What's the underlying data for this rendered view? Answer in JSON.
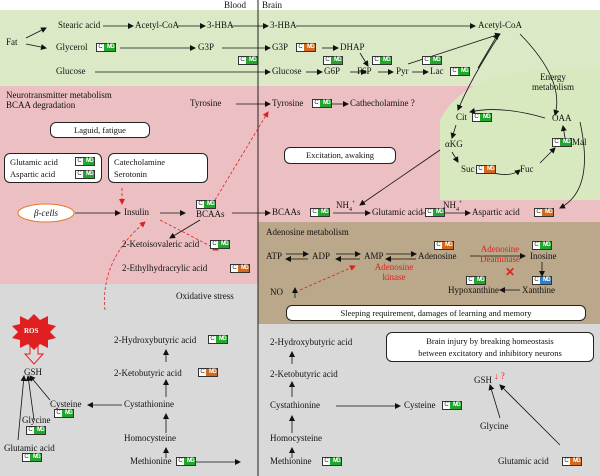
{
  "columns": {
    "blood": "Blood",
    "brain": "Brain"
  },
  "regions": {
    "energy": "Energy\nmetabolism",
    "neuro": "Neurotransmitter metabolism\nBCAA degradation",
    "adenosine": "Adenosine metabolism",
    "oxidative": "Oxidative stress"
  },
  "boxes": {
    "fatigue": "Laguid, fatigue",
    "glu_asp": "Glutamic acid\nAspartic acid",
    "cat_ser": "Catecholamine\nSerotonin",
    "excitation": "Excitation, awaking",
    "beta": "β-cells",
    "sleep": "Sleeping requirement, damages of learning and memory",
    "injury": "Brain injury by breaking homeostasis\nbetween excitatory and inhibitory neurons",
    "ros": "ROS"
  },
  "labels": {
    "fat": "Fat",
    "stearic": "Stearic acid",
    "acetylcoa_b": "Acetyl-CoA",
    "hba_b": "3-HBA",
    "hba_r": "3-HBA",
    "acetylcoa_r": "Acetyl-CoA",
    "glycerol": "Glycerol",
    "g3p_b": "G3P",
    "g3p_r": "G3P",
    "dhap": "DHAP",
    "glucose_b": "Glucose",
    "glucose_r": "Glucose",
    "g6p": "G6P",
    "f6p": "F6P",
    "pyr": "Pyr",
    "lac": "Lac",
    "tyrosine_b": "Tyrosine",
    "tyrosine_r": "Tyrosine",
    "catecholamine_q": "Cathecholamine ?",
    "cit": "Cit",
    "akg": "αKG",
    "oaa": "OAA",
    "mal": "Mal",
    "suc": "Suc",
    "fuc": "Fuc",
    "insulin": "Insulin",
    "bcaas_b": "BCAAs",
    "bcaas_r": "BCAAs",
    "nh4_1": "NH",
    "nh4_1_sub": "4",
    "nh4_1_sup": "+",
    "glutamic_r": "Glutamic acid",
    "nh4_2": "NH",
    "nh4_2_sub": "4",
    "nh4_2_sup": "+",
    "aspartic_r": "Aspartic acid",
    "keto": "2-Ketoisovaleric acid",
    "ethyl": "2-Ethylhydracrylic acid",
    "atp": "ATP",
    "adp": "ADP",
    "amp": "AMP",
    "adenosine": "Adenosine",
    "inosine": "Inosine",
    "ad_kinase": "Adenosine\nkinase",
    "ad_deam": "Adenosine\nDeaminase",
    "no": "NO",
    "hypoxanthine": "Hypoxanthine",
    "xanthine": "Xanthine",
    "gsh_b": "GSH",
    "hydroxy_b": "2-Hydroxybutyric acid",
    "ketobut_b": "2-Ketobutyric acid",
    "cysteine_b": "Cysteine",
    "glycine_b": "Glycine",
    "cystathionine_b": "Cystathionine",
    "glutamic_b": "Glutamic acid",
    "homocysteine_b": "Homocysteine",
    "methionine_b": "Methionine",
    "hydroxy_r": "2-Hydroxybutyric acid",
    "ketobut_r": "2-Ketobutyric acid",
    "cystathionine_r": "Cystathionine",
    "cysteine_r": "Cysteine",
    "homocysteine_r": "Homocysteine",
    "methionine_r": "Methionine",
    "gsh_r": "GSH",
    "gsh_r_mark": "↓ ?",
    "glycine_r": "Glycine",
    "glutamic_r2": "Glutamic acid"
  },
  "badge": {
    "c": "C",
    "m": "M",
    "g": "G"
  },
  "colors": {
    "energy": "#dce9c6",
    "neuro": "#ecc0c3",
    "adenosine": "#bba88a",
    "oxidative": "#d9d9d9",
    "inner": "#d8e9bf",
    "red": "#e02020",
    "green": "#22a62e",
    "orange": "#d2691e",
    "blue": "#2f7fd0"
  }
}
